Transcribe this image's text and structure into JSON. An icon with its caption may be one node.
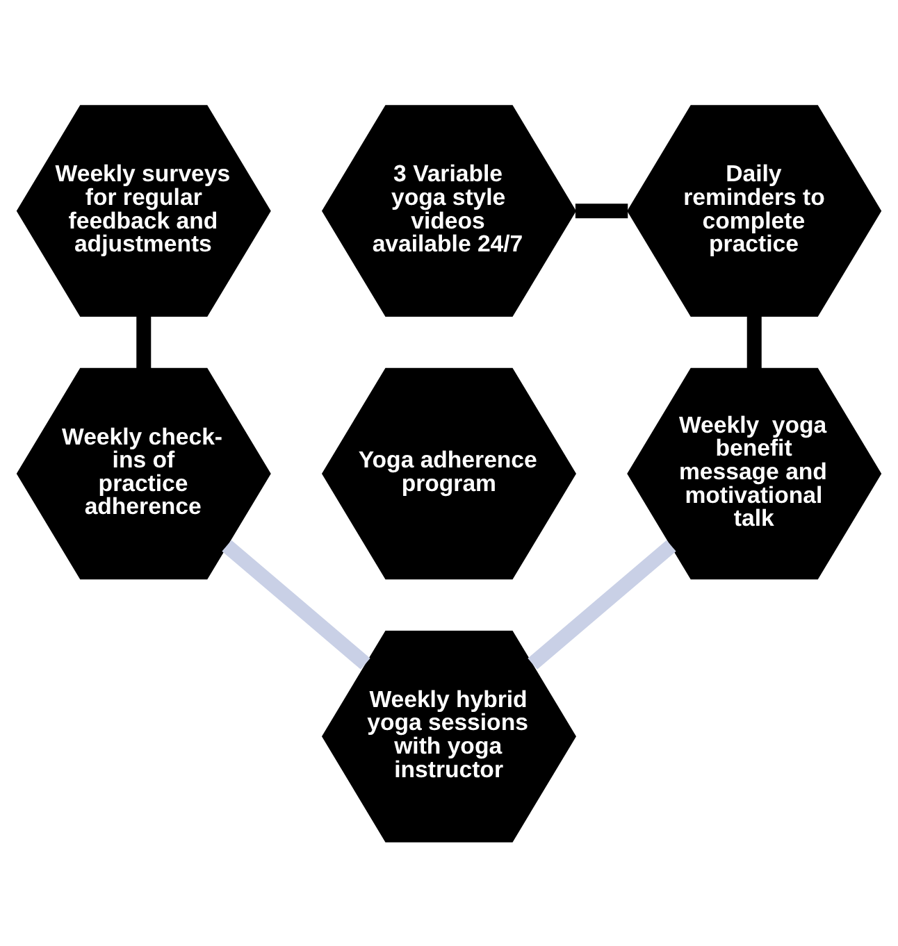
{
  "diagram": {
    "nodes": [
      {
        "text": [
          "3 Variable yoga style videos available 24/7"
        ]
      },
      {
        "text": [
          "Weekly surveys for regular feedback and adjustments"
        ]
      },
      {
        "text": [
          "Daily reminders to complete practice"
        ]
      },
      {
        "text": [
          "Yoga adherence program"
        ]
      },
      {
        "text": [
          "Weekly check-ins of practice adherence"
        ]
      },
      {
        "text": [
          "Weekly  yoga benefit message and motivational talk"
        ]
      },
      {
        "text": [
          "Weekly hybrid yoga sessions with yoga instructor"
        ]
      }
    ],
    "edges": [
      {
        "from": 0,
        "to": 2,
        "arrow": "none"
      },
      {
        "from": 2,
        "to": 5,
        "arrow": "none"
      },
      {
        "from": 1,
        "to": 4,
        "arrow": "none"
      },
      {
        "from": 4,
        "to": 6,
        "arrow": "none",
        "color": "#c9d0e6"
      },
      {
        "from": 6,
        "to": 5,
        "arrow": "none",
        "color": "#c9d0e6"
      }
    ]
  }
}
